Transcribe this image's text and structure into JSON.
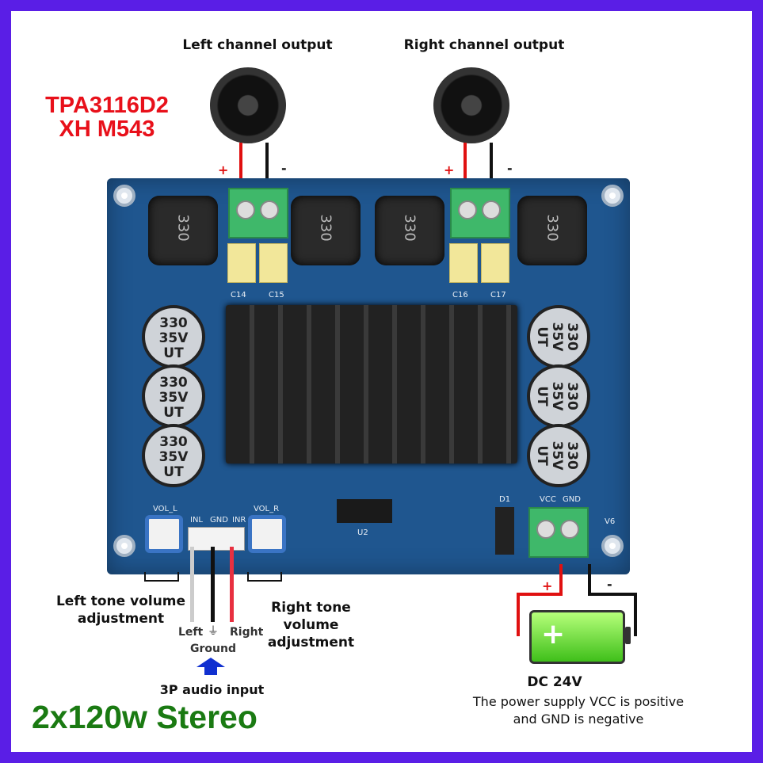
{
  "title": {
    "line1": "TPA3116D2",
    "line2": "XH M543"
  },
  "speakers": {
    "left_label": "Left channel output",
    "right_label": "Right channel output",
    "plus": "+",
    "minus": "-"
  },
  "board": {
    "inductor_value": "330",
    "cap": {
      "line1": "330",
      "line2": "35V",
      "line3": "UT"
    },
    "silk": {
      "vol_l": "VOL_L",
      "vol_r": "VOL_R",
      "inl": "INL",
      "gnd": "GND",
      "inr": "INR",
      "vcc": "VCC",
      "gnd2": "GND",
      "c14": "C14",
      "c15": "C15",
      "c16": "C16",
      "c17": "C17",
      "u2": "U2",
      "v6": "V6",
      "d1": "D1"
    }
  },
  "annotations": {
    "left_tone": {
      "line1": "Left tone volume",
      "line2": "adjustment"
    },
    "right_tone": {
      "line1": "Right tone volume",
      "line2": "adjustment"
    },
    "input_left": "Left",
    "input_right": "Right",
    "ground": "Ground",
    "audio_input": "3P audio input",
    "dc": "DC 24V",
    "power_note": {
      "line1": "The power supply VCC is positive",
      "line2": "and GND is negative"
    },
    "plus": "+",
    "minus": "-"
  },
  "footer": "2x120w Stereo"
}
